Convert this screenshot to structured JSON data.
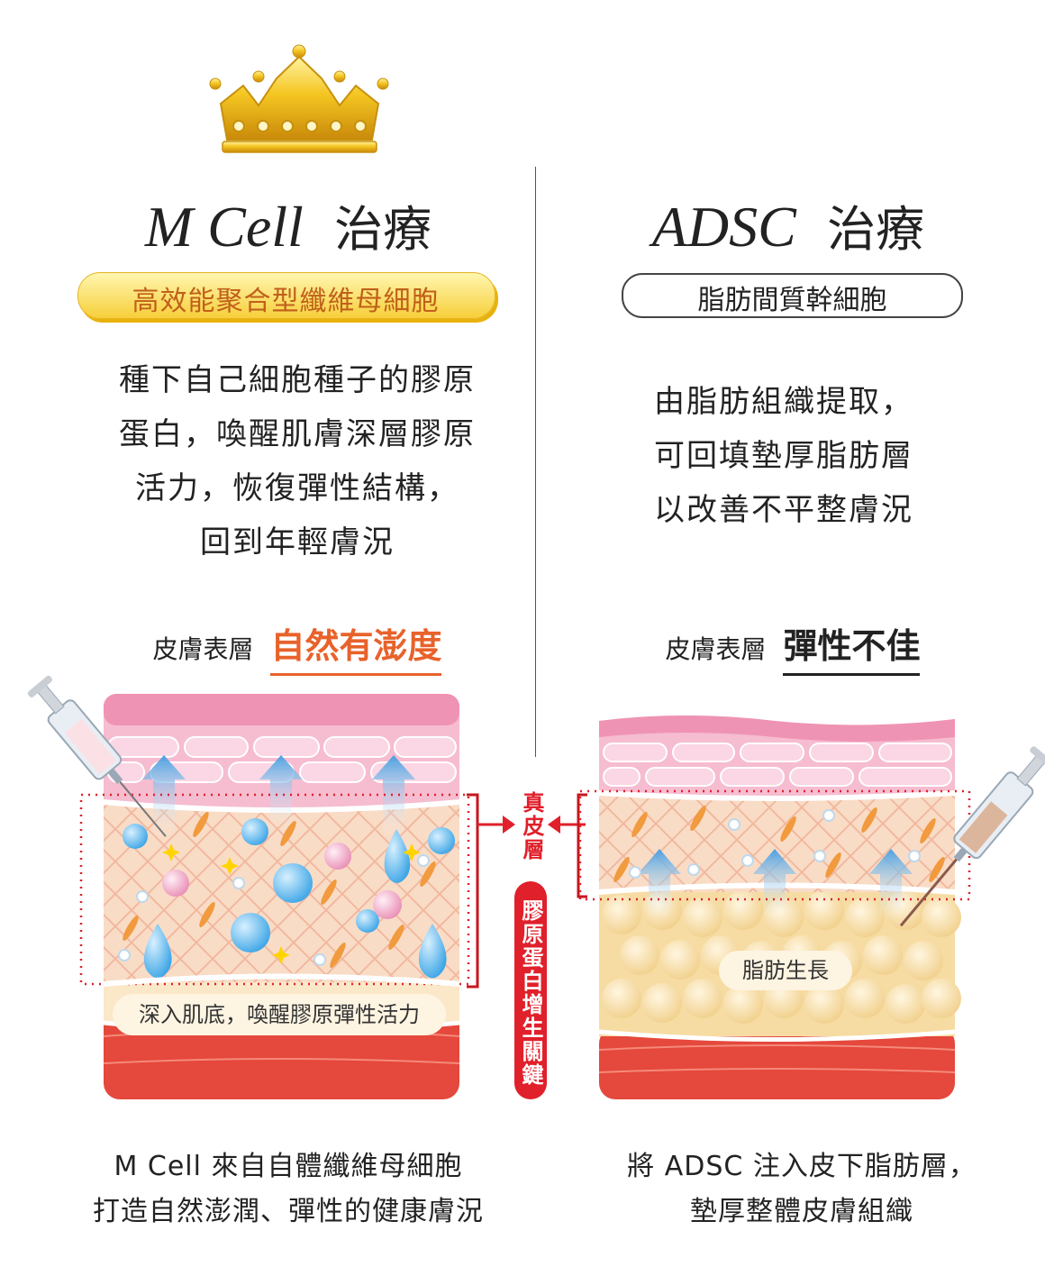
{
  "left": {
    "title_latin": "M Cell",
    "title_cjk": "治療",
    "subtitle": "高效能聚合型纖維母細胞",
    "description": "種下自己細胞種子的膠原\n蛋白，喚醒肌膚深層膠原\n活力，恢復彈性結構，\n回到年輕膚況",
    "skin_prefix": "皮膚表層",
    "skin_state": "自然有澎度",
    "diagram_caption": "深入肌底，喚醒膠原彈性活力",
    "bottom_text": "M Cell 來自自體纖維母細胞\n打造自然澎潤、彈性的健康膚況"
  },
  "right": {
    "title_latin": "ADSC",
    "title_cjk": "治療",
    "subtitle": "脂肪間質幹細胞",
    "description": "由脂肪組織提取，\n可回填墊厚脂肪層\n以改善不平整膚況",
    "skin_prefix": "皮膚表層",
    "skin_state": "彈性不佳",
    "diagram_caption": "脂肪生長",
    "bottom_text": "將 ADSC 注入皮下脂肪層，\n墊厚整體皮膚組織"
  },
  "center": {
    "dermis_label": "真皮層",
    "key_label": "膠原蛋白增生關鍵"
  },
  "colors": {
    "gold": "#f4c21e",
    "orange_accent": "#e8622a",
    "red_dotted": "#e0202a",
    "dermis": "#f9dcc6",
    "epidermis": "#f6bcd0",
    "muscle": "#e5483c",
    "fat": "#f6dca2"
  }
}
